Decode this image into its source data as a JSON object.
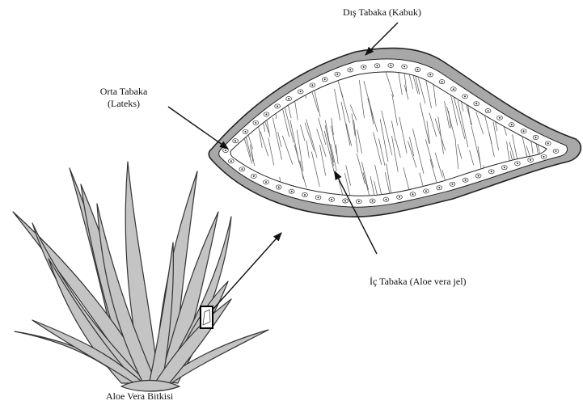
{
  "labels": {
    "outer_layer": "Dış Tabaka (Kabuk)",
    "middle_layer_line1": "Orta Tabaka",
    "middle_layer_line2": "(Lateks)",
    "inner_layer": "İç Tabaka (Aloe vera jel)",
    "plant": "Aloe Vera Bitkisi"
  },
  "colors": {
    "rind": "#a8a8a8",
    "leaf_fill": "#c4c4c4",
    "leaf_stroke": "#333333",
    "outline": "#222222",
    "gel_background": "#ffffff"
  }
}
